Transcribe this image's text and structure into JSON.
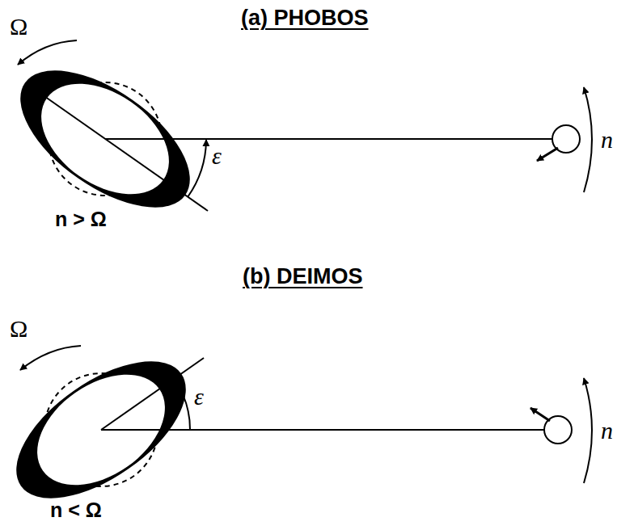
{
  "diagram": {
    "labels": [
      "(a) PHOBOS",
      "Ω",
      "n",
      "ε",
      "n > Ω",
      "(b) DEIMOS",
      "Ω",
      "ε",
      "n",
      "n < Ω"
    ]
  }
}
